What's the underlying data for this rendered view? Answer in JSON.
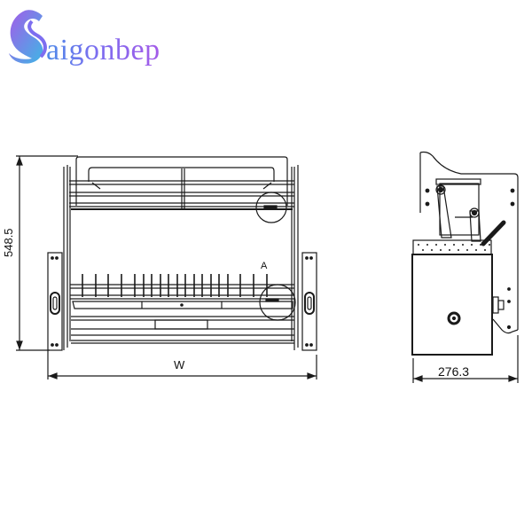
{
  "logo": {
    "text": "aigonbep",
    "full_name": "Saigonbep",
    "colors": {
      "start": "#4f8be8",
      "mid": "#7d6ef0",
      "end": "#a45be8"
    }
  },
  "front_view": {
    "height_dimension": "548.5",
    "width_dimension": "W",
    "detail_marker": "A"
  },
  "side_view": {
    "depth_dimension": "276.3"
  },
  "colors": {
    "line": "#1a1a1a",
    "background": "#ffffff"
  }
}
